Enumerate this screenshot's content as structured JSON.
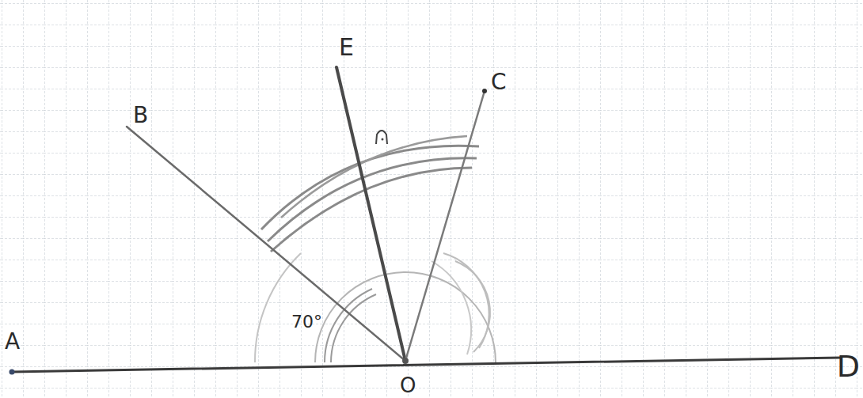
{
  "diagram": {
    "labels": [
      "A",
      "B",
      "E",
      "C",
      "D",
      "O",
      "70°"
    ]
  }
}
